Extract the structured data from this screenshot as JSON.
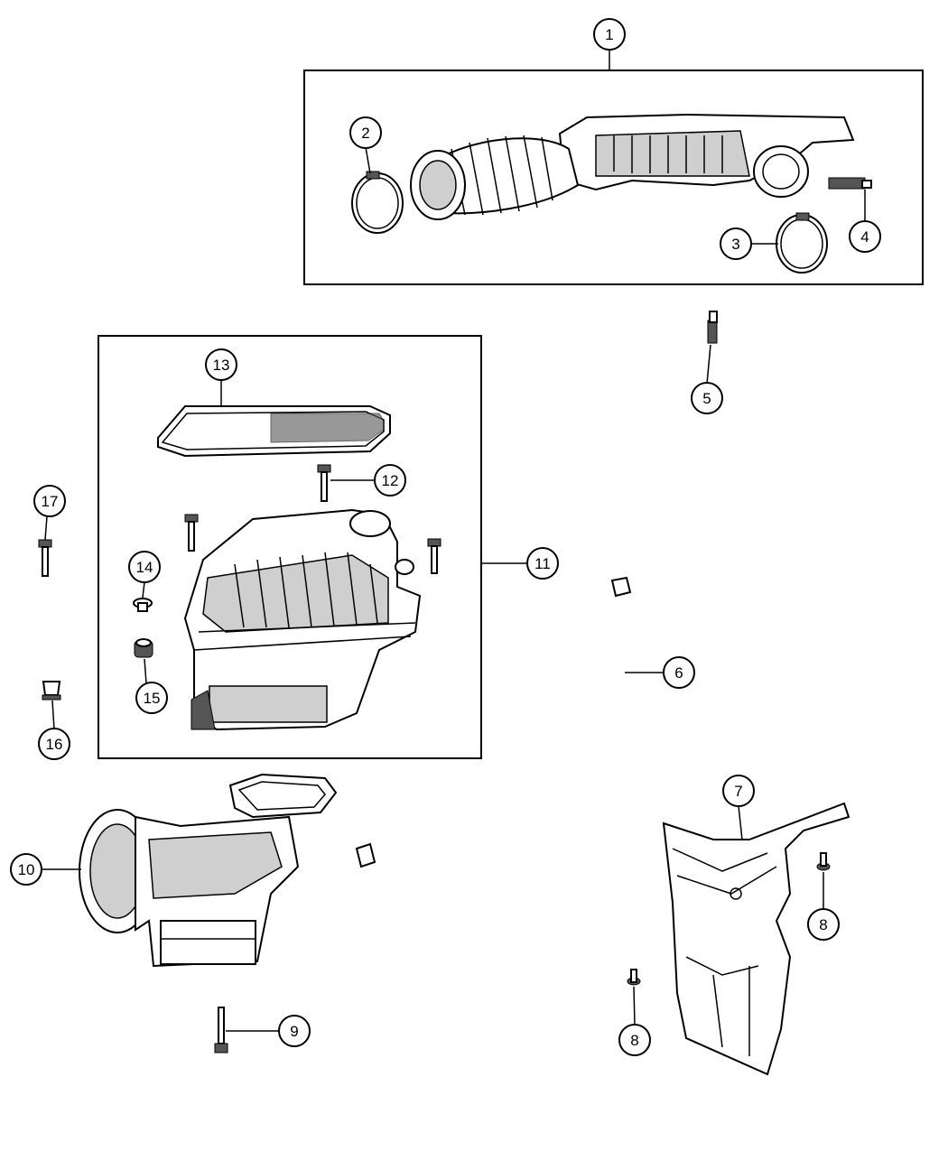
{
  "diagram": {
    "callouts": [
      "1",
      "2",
      "3",
      "4",
      "5",
      "6",
      "7",
      "8",
      "8",
      "9",
      "10",
      "11",
      "12",
      "13",
      "14",
      "15",
      "16",
      "17"
    ]
  }
}
